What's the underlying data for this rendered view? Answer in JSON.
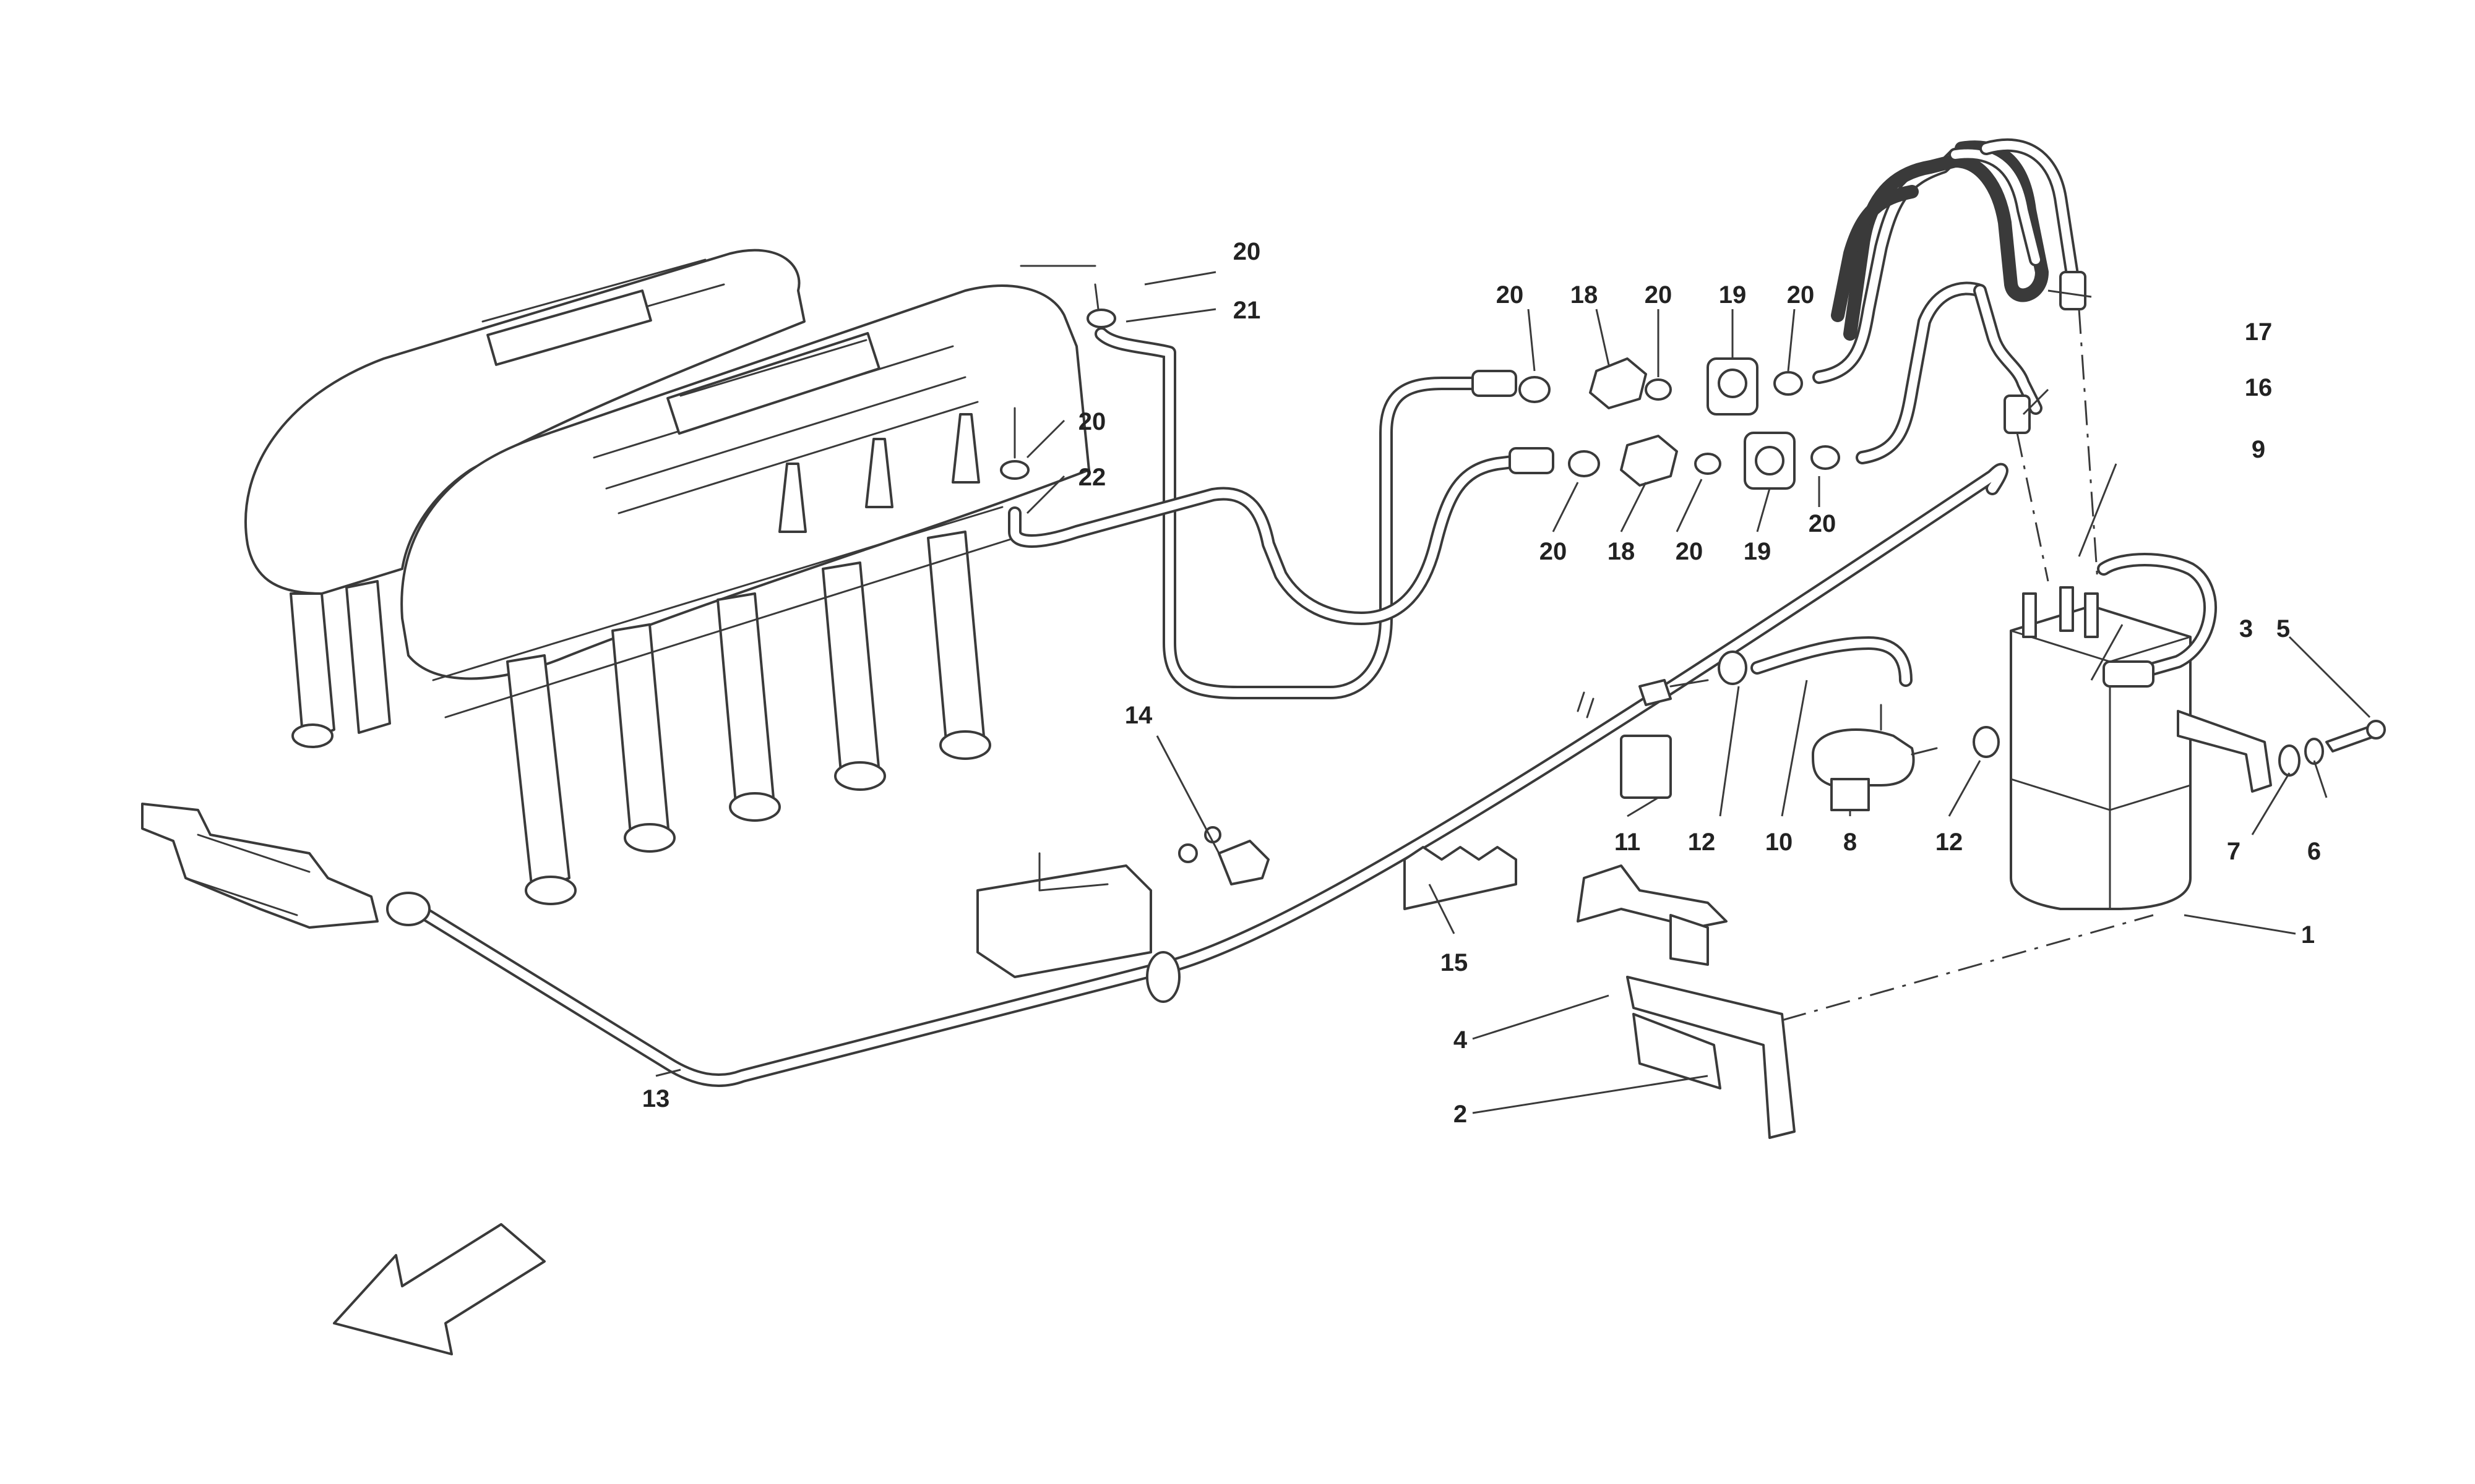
{
  "callouts": [
    {
      "n": "1"
    },
    {
      "n": "2"
    },
    {
      "n": "3"
    },
    {
      "n": "4"
    },
    {
      "n": "5"
    },
    {
      "n": "6"
    },
    {
      "n": "7"
    },
    {
      "n": "8"
    },
    {
      "n": "9"
    },
    {
      "n": "10"
    },
    {
      "n": "11"
    },
    {
      "n": "12"
    },
    {
      "n": "12"
    },
    {
      "n": "13"
    },
    {
      "n": "14"
    },
    {
      "n": "15"
    },
    {
      "n": "16"
    },
    {
      "n": "17"
    },
    {
      "n": "18"
    },
    {
      "n": "18"
    },
    {
      "n": "19"
    },
    {
      "n": "19"
    },
    {
      "n": "20"
    },
    {
      "n": "20"
    },
    {
      "n": "20"
    },
    {
      "n": "20"
    },
    {
      "n": "20"
    },
    {
      "n": "20"
    },
    {
      "n": "20"
    },
    {
      "n": "20"
    },
    {
      "n": "21"
    },
    {
      "n": "22"
    }
  ],
  "colors": {
    "line": "#3a3a3a",
    "background": "#ffffff",
    "text": "#222222"
  },
  "icons": {
    "direction_arrow": "front-direction-arrow-icon"
  }
}
